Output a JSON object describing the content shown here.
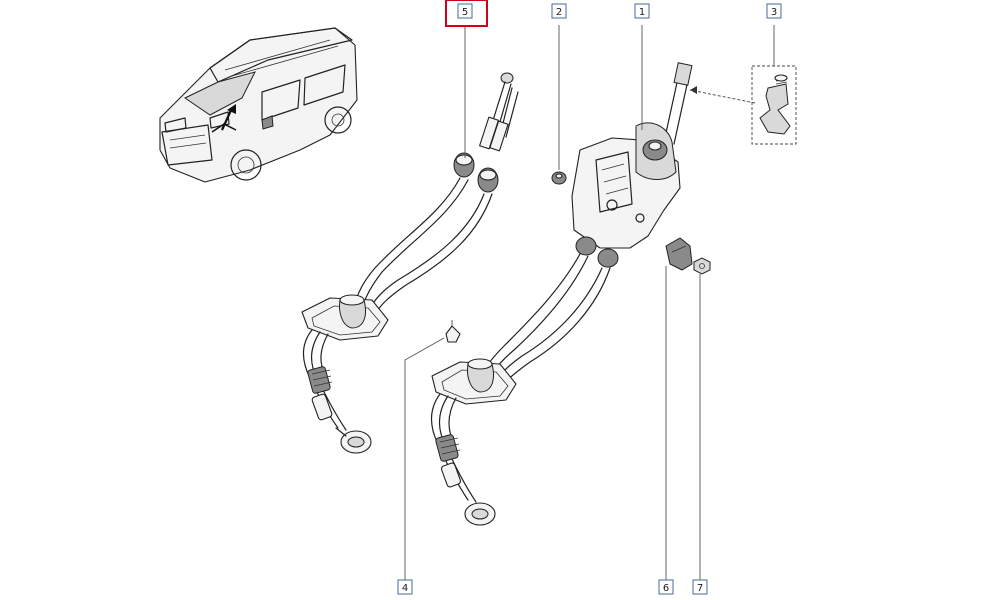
{
  "diagram": {
    "callouts": [
      {
        "id": "c5",
        "label": "5",
        "highlighted": true
      },
      {
        "id": "c2",
        "label": "2",
        "highlighted": false
      },
      {
        "id": "c1",
        "label": "1",
        "highlighted": false
      },
      {
        "id": "c3",
        "label": "3",
        "highlighted": false
      },
      {
        "id": "c4",
        "label": "4",
        "highlighted": false
      },
      {
        "id": "c6",
        "label": "6",
        "highlighted": false
      },
      {
        "id": "c7",
        "label": "7",
        "highlighted": false
      }
    ],
    "colors": {
      "highlight": "#d0021b",
      "callout_border": "#4a6a9a",
      "line": "#222222"
    }
  }
}
